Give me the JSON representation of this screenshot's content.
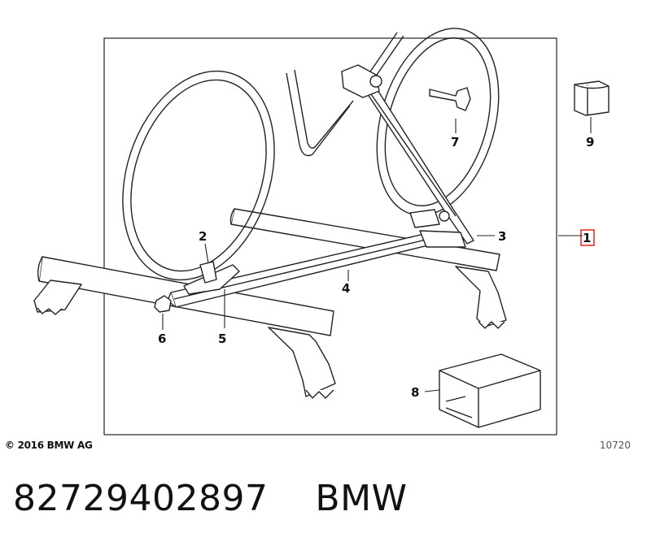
{
  "callouts": [
    "1",
    "2",
    "3",
    "4",
    "5",
    "6",
    "7",
    "8",
    "9"
  ],
  "copyright": "© 2016 BMW AG",
  "image_number": "10720",
  "part_number": "82729402897",
  "brand": "BMW"
}
